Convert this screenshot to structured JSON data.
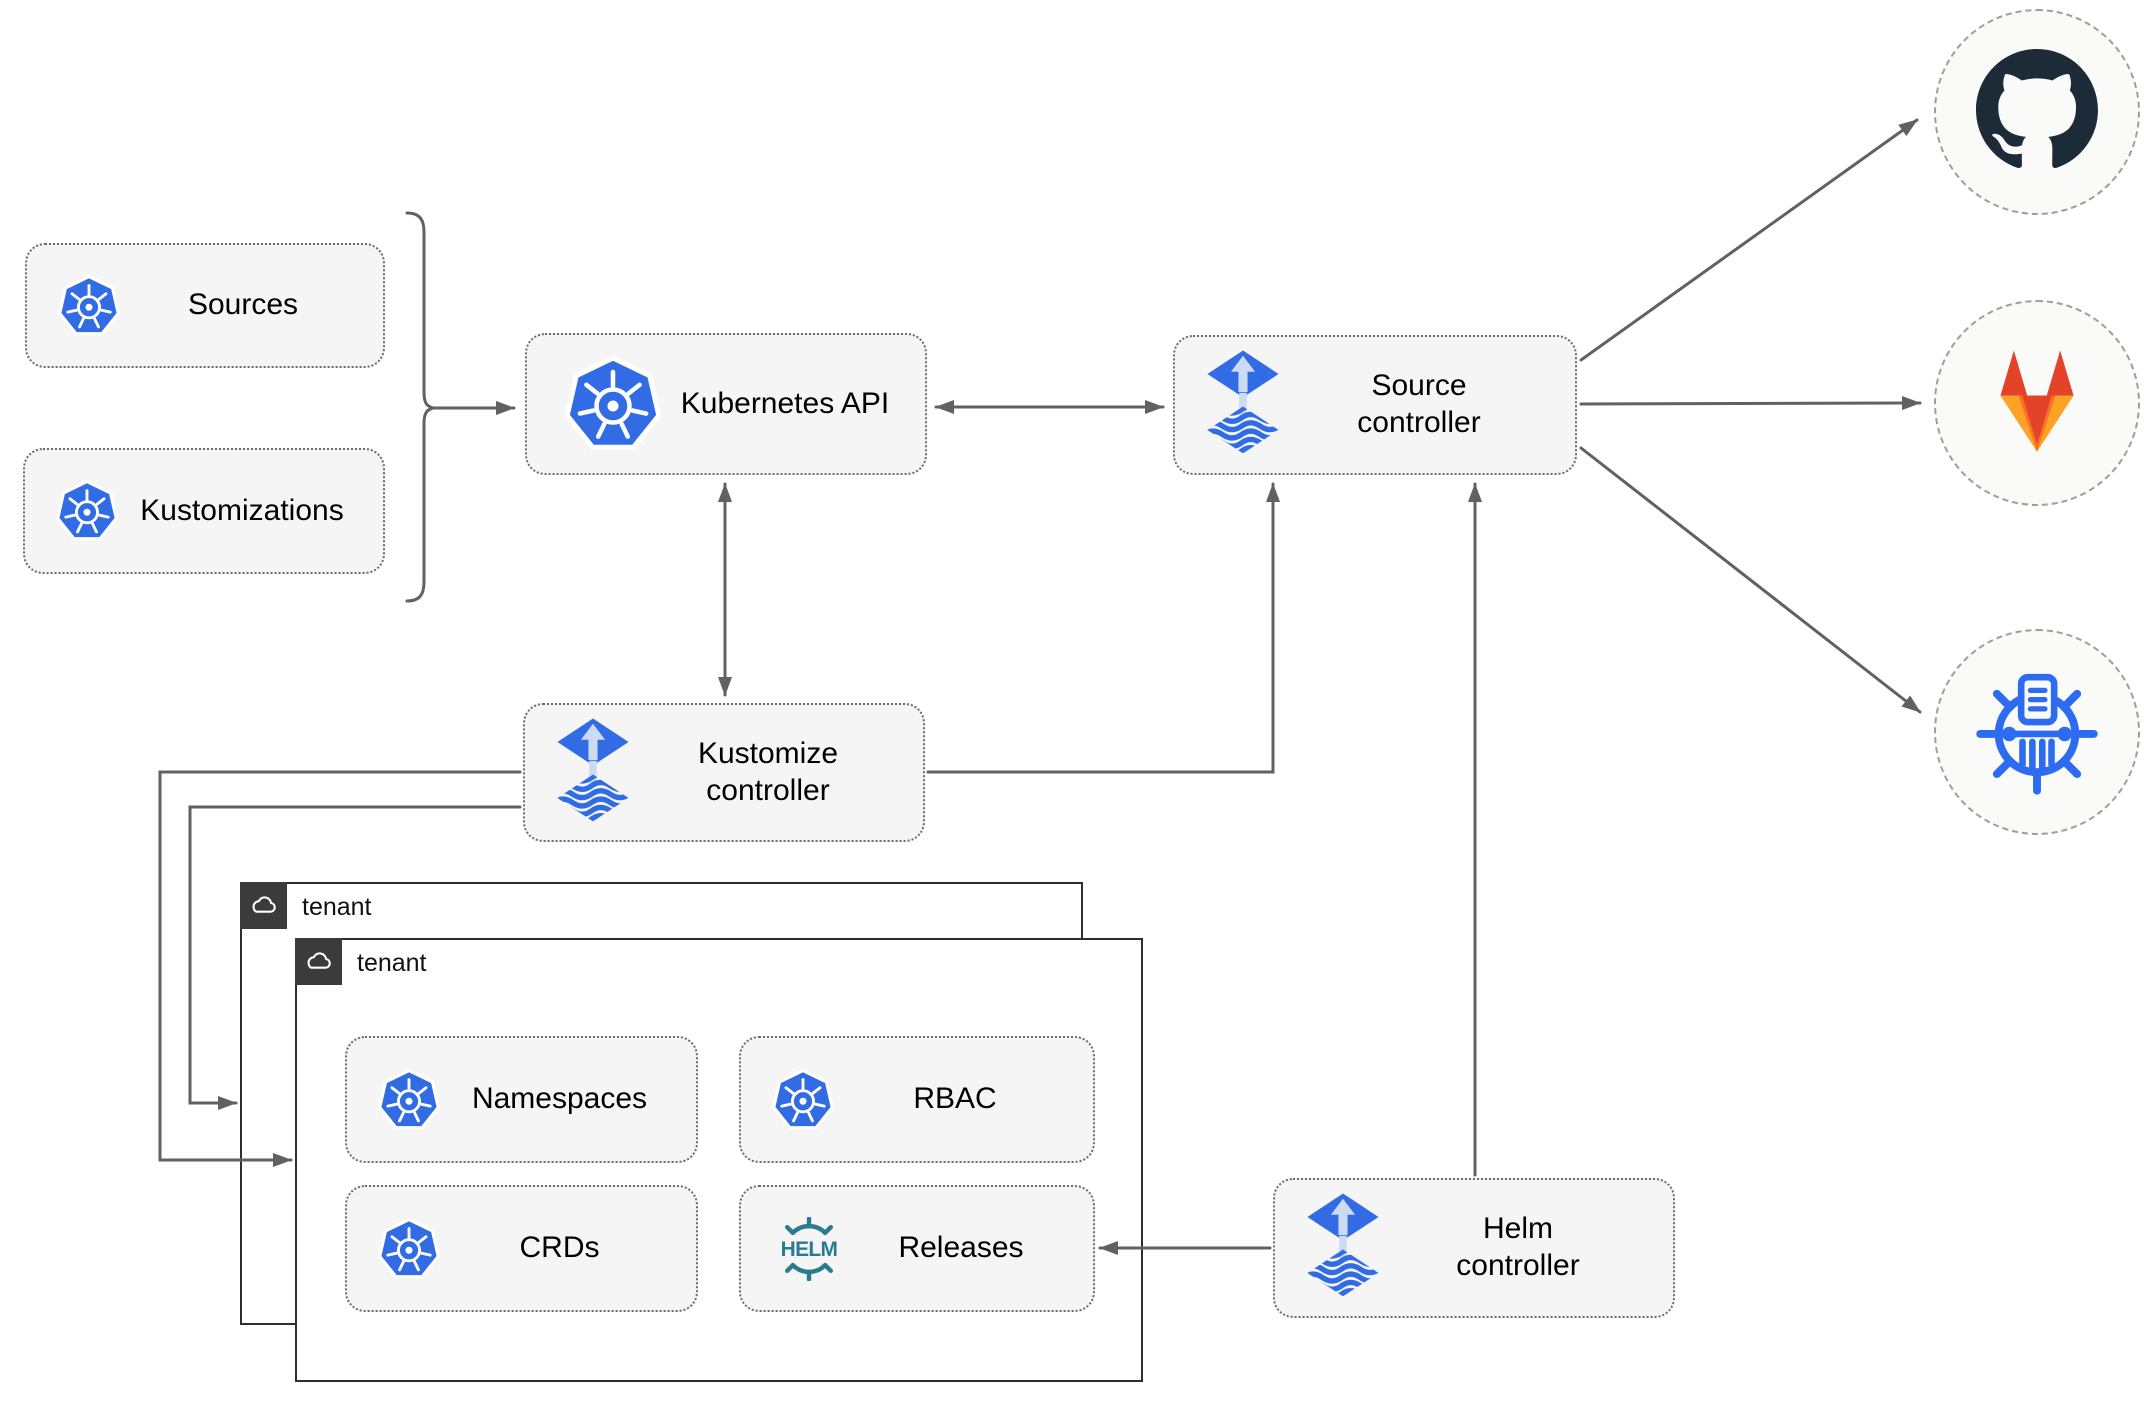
{
  "nodes": {
    "sources": {
      "label": "Sources",
      "icon": "kubernetes-icon"
    },
    "kustomizations": {
      "label": "Kustomizations",
      "icon": "kubernetes-icon"
    },
    "kubernetes_api": {
      "label": "Kubernetes API",
      "icon": "kubernetes-icon"
    },
    "source_controller": {
      "label": "Source\ncontroller",
      "icon": "flux-icon"
    },
    "kustomize_controller": {
      "label": "Kustomize\ncontroller",
      "icon": "flux-icon"
    },
    "helm_controller": {
      "label": "Helm\ncontroller",
      "icon": "flux-icon"
    },
    "namespaces": {
      "label": "Namespaces",
      "icon": "kubernetes-icon"
    },
    "rbac": {
      "label": "RBAC",
      "icon": "kubernetes-icon"
    },
    "crds": {
      "label": "CRDs",
      "icon": "kubernetes-icon"
    },
    "releases": {
      "label": "Releases",
      "icon": "helm-icon"
    }
  },
  "tenants": {
    "back": {
      "label": "tenant",
      "icon": "cloud-icon"
    },
    "front": {
      "label": "tenant",
      "icon": "cloud-icon"
    }
  },
  "remotes": {
    "github": {
      "icon": "github-icon"
    },
    "gitlab": {
      "icon": "gitlab-icon"
    },
    "helm_repository": {
      "icon": "helm-repository-icon"
    }
  },
  "logos": {
    "helm_text": "HELM"
  },
  "colors": {
    "node_fill": "#f5f5f5",
    "node_border": "#6b6b6b",
    "connector": "#616161",
    "tenant_border": "#2e2e2e",
    "tenant_chip_bg": "#3b3b3b",
    "kubernetes_blue": "#326ce5",
    "flux_blue": "#316ce4",
    "flux_arrow_light": "#ccdaf4",
    "helm_teal": "#2a7b8f",
    "github_dark": "#1d2b38",
    "gitlab_red": "#e24329",
    "gitlab_orange": "#fca326",
    "registry_blue": "#2d6cf0",
    "remote_circle_fill": "#fafaf8",
    "remote_circle_border": "#9e9e9e"
  }
}
